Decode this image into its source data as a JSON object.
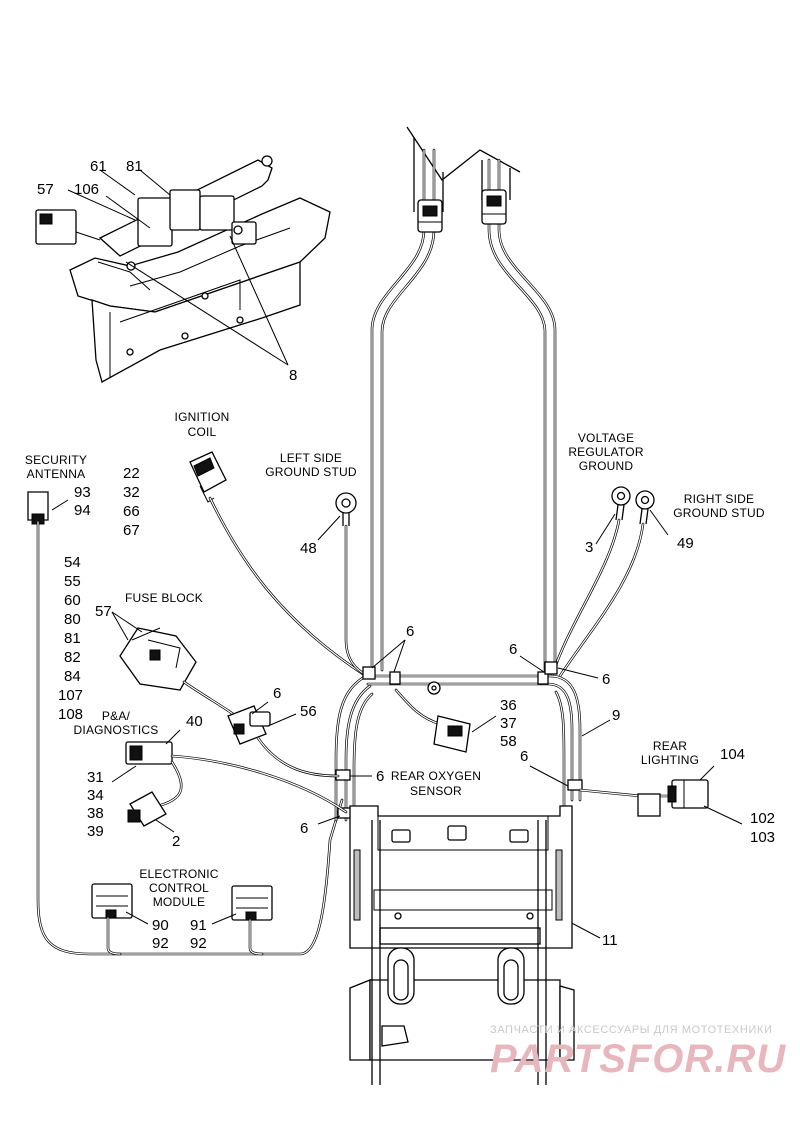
{
  "callouts": {
    "c61": "61",
    "c81": "81",
    "c57a": "57",
    "c106": "106",
    "c8": "8",
    "c22": "22",
    "c32": "32",
    "c66": "66",
    "c67": "67",
    "c93": "93",
    "c94": "94",
    "c48": "48",
    "c3": "3",
    "c49": "49",
    "c54": "54",
    "c55": "55",
    "c60": "60",
    "c80": "80",
    "c81b": "81",
    "c82": "82",
    "c84": "84",
    "c107": "107",
    "c108": "108",
    "c57b": "57",
    "c6a": "6",
    "c6b": "6",
    "c6c": "6",
    "c6d": "6",
    "c6e": "6",
    "c6f": "6",
    "c6g": "6",
    "c56": "56",
    "c36": "36",
    "c37": "37",
    "c58": "58",
    "c9": "9",
    "c40": "40",
    "c31": "31",
    "c34": "34",
    "c38": "38",
    "c39": "39",
    "c2": "2",
    "c104": "104",
    "c102": "102",
    "c103": "103",
    "c90": "90",
    "c92a": "92",
    "c91": "91",
    "c92b": "92",
    "c11": "11"
  },
  "labels": {
    "ignition_1": "IGNITION",
    "ignition_2": "COIL",
    "security_1": "SECURITY",
    "security_2": "ANTENNA",
    "left_ground_1": "LEFT SIDE",
    "left_ground_2": "GROUND STUD",
    "voltage_1": "VOLTAGE",
    "voltage_2": "REGULATOR",
    "voltage_3": "GROUND",
    "right_ground_1": "RIGHT SIDE",
    "right_ground_2": "GROUND STUD",
    "fuse_block": "FUSE BLOCK",
    "pa_1": "P&A/",
    "pa_2": "DIAGNOSTICS",
    "rear_o2_1": "REAR OXYGEN",
    "rear_o2_2": "SENSOR",
    "rear_light_1": "REAR",
    "rear_light_2": "LIGHTING",
    "ecm_1": "ELECTRONIC",
    "ecm_2": "CONTROL",
    "ecm_3": "MODULE"
  },
  "watermark": {
    "tagline": "ЗАПЧАСТИ И АКСЕССУАРЫ ДЛЯ МОТОТЕХНИКИ",
    "brand": "PARTSFOR.RU"
  }
}
